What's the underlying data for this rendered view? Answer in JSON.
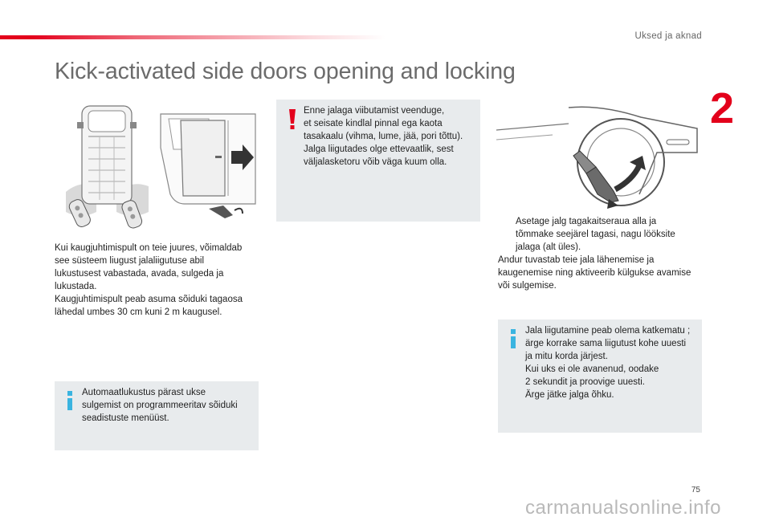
{
  "header": {
    "chapter_title": "Uksed ja aknad",
    "chapter_number": "2",
    "accent_color": "#e3001b"
  },
  "page_title": "Kick-activated side doors opening and locking",
  "left_column": {
    "intro": [
      "Kui kaugjuhtimispult on teie juures, võimaldab",
      "see süsteem liugust jalaliigutuse abil",
      "lukustusest vabastada, avada, sulgeda ja",
      "lukustada.",
      "Kaugjuhtimispult peab asuma sõiduki tagaosa",
      "lähedal umbes 30 cm kuni 2 m kaugusel."
    ],
    "info_box": {
      "icon": "info-icon",
      "lines": [
        "Automaatlukustus pärast ukse",
        "sulgemist on programmeeritav sõiduki",
        "seadistuste menüüst."
      ]
    }
  },
  "middle_column": {
    "warning_box": {
      "icon": "warning-icon",
      "lines": [
        "Enne jalaga viibutamist veenduge,",
        "et seisate kindlal pinnal ega kaota",
        "tasakaalu (vihma, lume, jää, pori tõttu).",
        "Jalga liigutades olge ettevaatlik, sest",
        "väljalasketoru võib väga kuum olla."
      ]
    }
  },
  "right_column": {
    "step": {
      "bullet": "",
      "lines": [
        "Asetage jalg tagakaitseraua alla ja",
        "tõmmake seejärel tagasi, nagu lööksite",
        "jalaga (alt üles)."
      ]
    },
    "after": [
      "Andur tuvastab teie jala lähenemise ja",
      "kaugenemise ning aktiveerib külgukse avamise",
      "või sulgemise."
    ],
    "info_box": {
      "icon": "info-icon",
      "lines": [
        "Jala liigutamine peab olema katkematu ;",
        "ärge korrake sama liigutust kohe uuesti",
        "ja mitu korda järjest.",
        "Kui uks ei ole avanenud, oodake",
        "2 sekundit ja proovige uuesti.",
        "Ärge jätke jalga õhku."
      ]
    }
  },
  "footer": {
    "page_number": "75",
    "watermark": "carmanualsonline.info"
  },
  "colors": {
    "box_background": "#e8ebed",
    "info_icon": "#3ab4e0",
    "warning_icon": "#e3001b",
    "arrow": "#333333"
  }
}
